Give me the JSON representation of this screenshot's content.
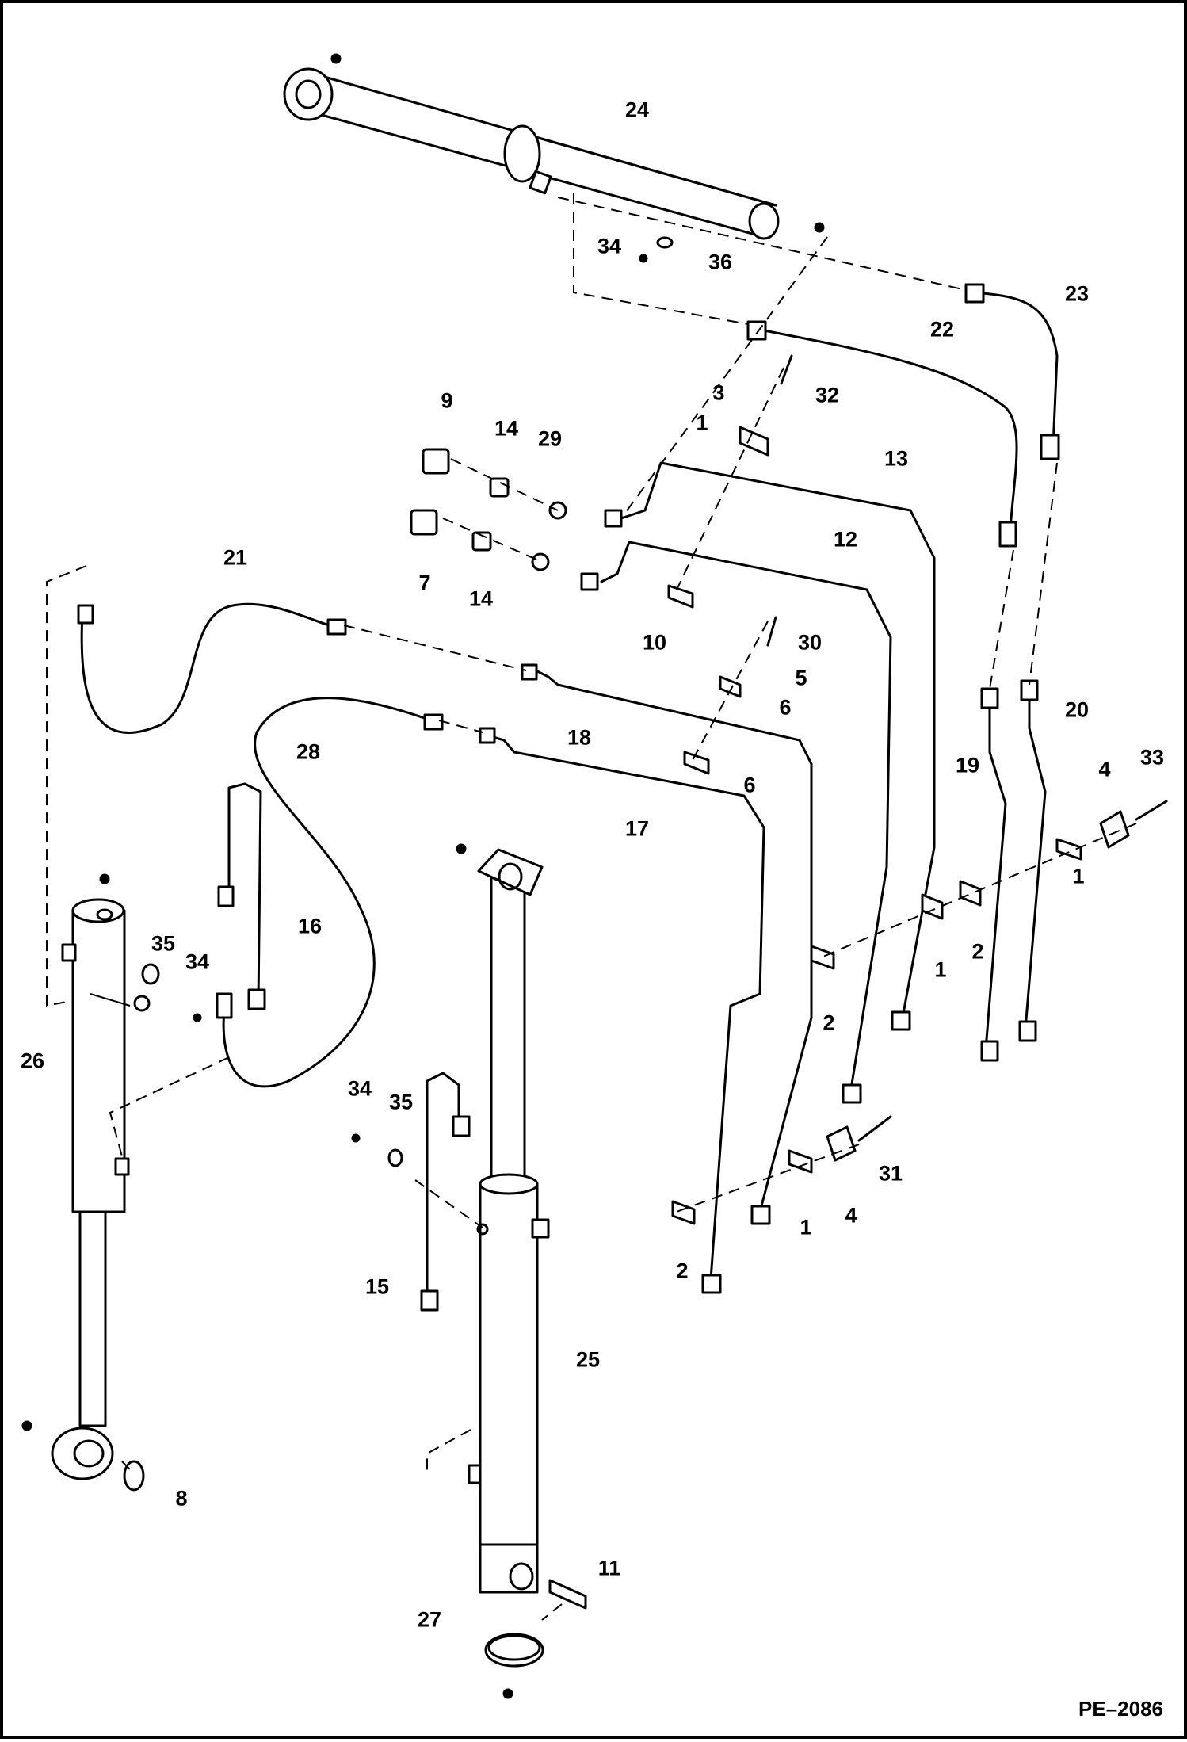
{
  "figure_id": "PE–2086",
  "part_labels": [
    "24",
    "34",
    "36",
    "23",
    "22",
    "3",
    "32",
    "1",
    "9",
    "14",
    "29",
    "13",
    "7",
    "14",
    "12",
    "21",
    "10",
    "30",
    "5",
    "6",
    "18",
    "28",
    "6",
    "17",
    "4",
    "33",
    "19",
    "20",
    "1",
    "35",
    "34",
    "16",
    "2",
    "1",
    "2",
    "26",
    "34",
    "35",
    "2",
    "31",
    "15",
    "1",
    "4",
    "2",
    "25",
    "8",
    "11",
    "27"
  ],
  "colors": {
    "line": "#000000",
    "background": "#ffffff"
  }
}
